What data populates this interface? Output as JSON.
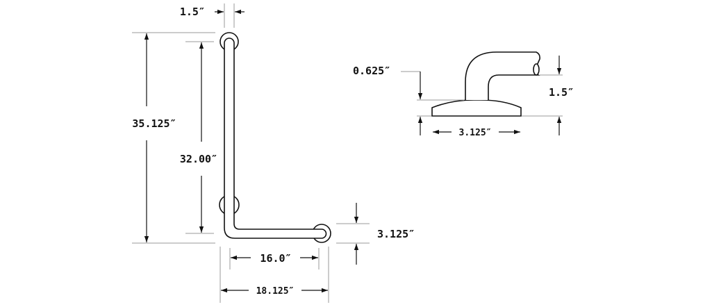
{
  "front_view": {
    "tube_diameter": "1.5″",
    "overall_height": "35.125″",
    "center_height": "32.00″",
    "center_width": "16.0″",
    "overall_width": "18.125″",
    "flange_diameter": "3.125″"
  },
  "side_view": {
    "flange_thickness": "0.625″",
    "clearance": "1.5″",
    "flange_diameter": "3.125″"
  }
}
